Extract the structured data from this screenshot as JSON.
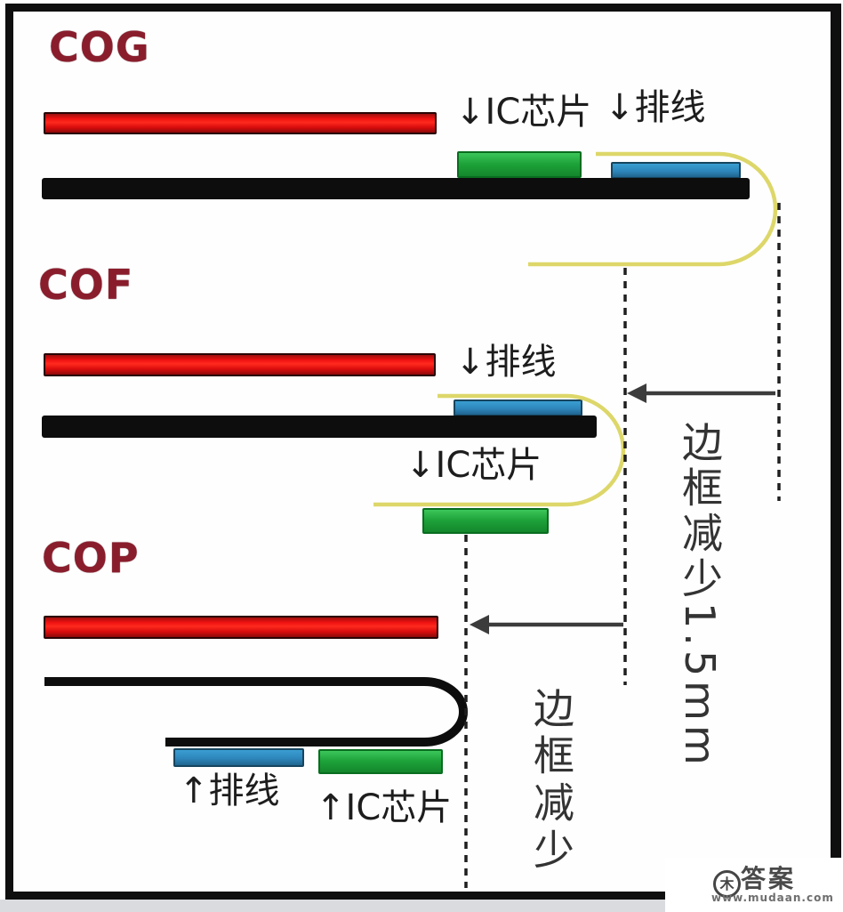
{
  "sections": {
    "cog": {
      "title": "COG",
      "ic_label": "↓IC芯片",
      "cable_label": "↓排线"
    },
    "cof": {
      "title": "COF",
      "ic_label": "↓IC芯片",
      "cable_label": "↓排线"
    },
    "cop": {
      "title": "COP",
      "ic_label": "↑IC芯片",
      "cable_label": "↑排线"
    }
  },
  "annotations": {
    "cof_vs_cog_note": "边框减少1.5mm",
    "cop_vs_cof_note": "边框减少"
  },
  "watermark": {
    "logo_char": "木",
    "brand": "答案",
    "url": "www.mudaan.com"
  },
  "colors": {
    "screen_red": "#e01010",
    "panel_black": "#0d0d0d",
    "ic_chip_green": "#1ea33a",
    "flex_cable_blue": "#2e86bb",
    "fold_line_yellow": "#ddd76a",
    "title_maroon": "#8a1d2c",
    "annotation_gray": "#333333",
    "frame_black": "#0f0f0f"
  }
}
